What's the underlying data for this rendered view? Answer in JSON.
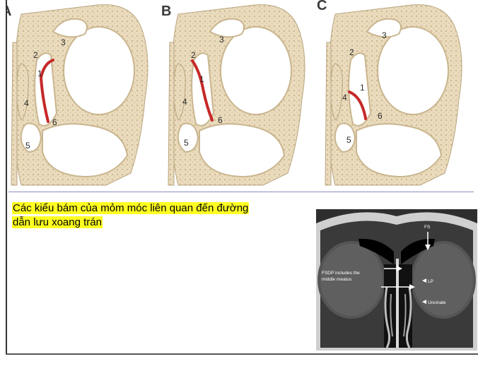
{
  "panels": [
    {
      "letter": "A",
      "labels": [
        "1",
        "2",
        "3",
        "4",
        "5",
        "6"
      ]
    },
    {
      "letter": "B",
      "labels": [
        "1",
        "2",
        "3",
        "4",
        "5",
        "6"
      ]
    },
    {
      "letter": "C",
      "labels": [
        "1",
        "2",
        "3",
        "4",
        "5",
        "6"
      ]
    }
  ],
  "caption": {
    "line1": "Các kiểu bám của mỏm móc liên quan đến đường",
    "line2": "dẫn lưu xoang trán"
  },
  "ct_image": {
    "label_fs": "FS",
    "label_fsdp_line1": "FSDP includes the",
    "label_fsdp_line2": "middle meatus",
    "label_lp": "LP",
    "label_uncinate": "Uncinate"
  },
  "colors": {
    "bone": "#eadbbd",
    "bone_dark": "#c9b58e",
    "uncinate_red": "#c62828",
    "highlight": "#ffff22",
    "ct_background": "#2e2e2e"
  }
}
